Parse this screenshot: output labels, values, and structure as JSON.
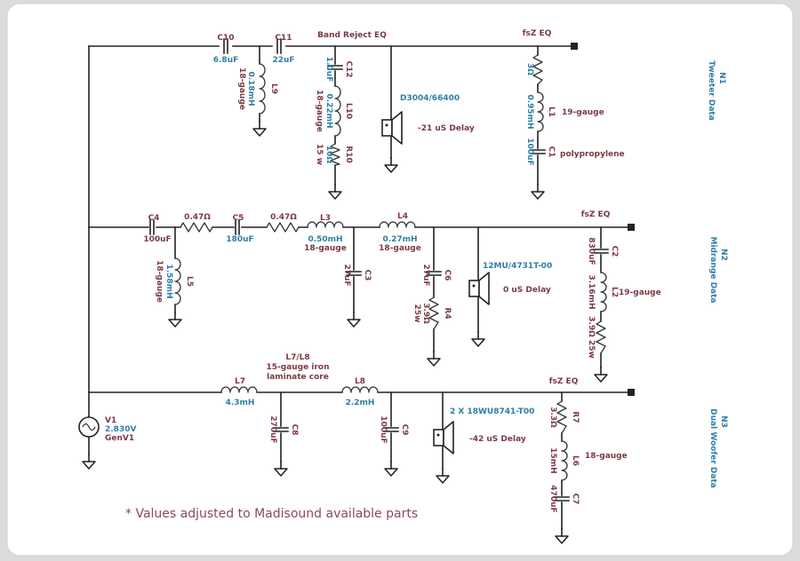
{
  "title": "Band Reject EQ",
  "note": "* Values adjusted to Madisound available parts",
  "colors": {
    "blue_label": "#2e7fa6",
    "brown_label": "#7b3a44",
    "wire": "#222222",
    "background": "#ffffff"
  },
  "rows": {
    "tweeter": {
      "net": "N1",
      "name": "Tweeter Data",
      "fsz": "fsZ EQ",
      "c10": "C10",
      "c10_val": "6.8uF",
      "c11": "C11",
      "c11_val": "22uF",
      "l9": "L9",
      "l9_val": "0.18mH",
      "l9_gauge": "18-gauge",
      "c12": "C12",
      "c12_val": "1.0uF",
      "l10": "L10",
      "l10_val": "0.22mH",
      "l10_gauge": "18-gauge",
      "r10": "R10",
      "r10_val": "10Ω",
      "r10_watt": "15 w",
      "driver": "D3004/66400",
      "delay": "-21 uS Delay",
      "r_fsz_val": "3Ω",
      "l1": "L1",
      "l1_val": "0.95mH",
      "l1_gauge": "19-gauge",
      "c1": "C1",
      "c1_val": "100uF",
      "c1_type": "polypropylene"
    },
    "midrange": {
      "net": "N2",
      "name": "Midrange Data",
      "fsz": "fsZ EQ",
      "c4": "C4",
      "c4_val": "100uF",
      "r1_val": "0.47Ω",
      "c5": "C5",
      "c5_val": "180uF",
      "r2_val": "0.47Ω",
      "l3": "L3",
      "l3_val": "0.50mH",
      "l3_gauge": "18-gauge",
      "l4": "L4",
      "l4_val": "0.27mH",
      "l4_gauge": "18-gauge",
      "l5": "L5",
      "l5_val": "1.58mH",
      "l5_gauge": "18-gauge",
      "c3": "C3",
      "c3_val": "27uF",
      "c6": "C6",
      "c6_val": "27uF",
      "r4": "R4",
      "r4_val": "3.9Ω",
      "r4_watt": "25w",
      "driver": "12MU/4731T-00",
      "delay": "0 uS Delay",
      "c2": "C2",
      "c2_val": "830uF",
      "l2": "L2",
      "l2_val": "3.16mH",
      "l2_gauge": "19-gauge",
      "r_fsz_val": "3.9Ω 25w"
    },
    "woofer": {
      "net": "N3",
      "name": "Dual Woofer Data",
      "fsz": "fsZ EQ",
      "l78_name": "L7/L8",
      "l78_core_1": "15-gauge iron",
      "l78_core_2": "laminate core",
      "l7": "L7",
      "l7_val": "4.3mH",
      "l8": "L8",
      "l8_val": "2.2mH",
      "c8": "C8",
      "c8_val": "270uF",
      "c9": "C9",
      "c9_val": "100uF",
      "driver": "2 X 18WU8741-T00",
      "delay": "-42 uS Delay",
      "r7": "R7",
      "r7_val": "3.3Ω",
      "l6": "L6",
      "l6_val": "15mH",
      "l6_gauge": "18-gauge",
      "c7": "C7",
      "c7_val": "470uF"
    }
  },
  "source": {
    "name": "V1",
    "voltage": "2.830V",
    "gen": "GenV1"
  }
}
